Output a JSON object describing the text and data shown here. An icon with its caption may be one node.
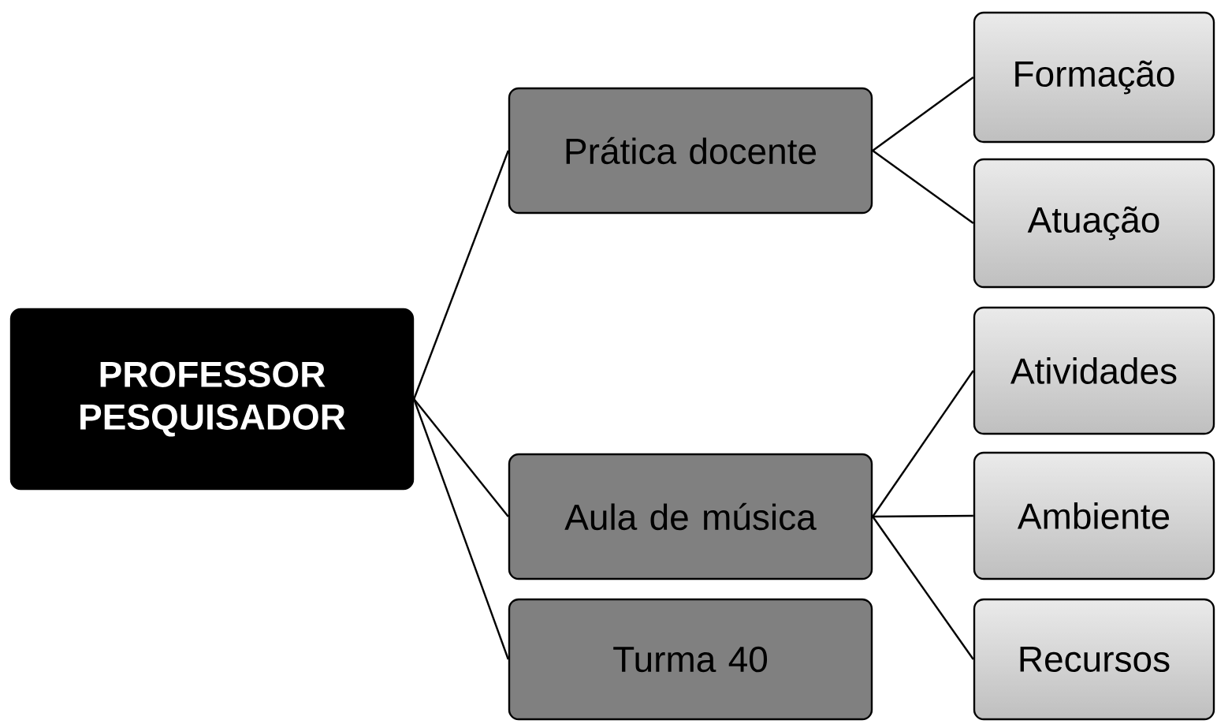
{
  "diagram": {
    "nodes": [
      {
        "text": [
          "PROFESSOR PESQUISADOR"
        ]
      },
      {
        "text": [
          "Prática docente"
        ]
      },
      {
        "text": [
          "Aula de música"
        ]
      },
      {
        "text": [
          "Turma 40"
        ]
      },
      {
        "text": [
          "Formação"
        ]
      },
      {
        "text": [
          "Atuação"
        ]
      },
      {
        "text": [
          "Atividades"
        ]
      },
      {
        "text": [
          "Ambiente"
        ]
      },
      {
        "text": [
          "Recursos"
        ]
      }
    ],
    "edges": [
      {
        "from": 0,
        "to": 1,
        "arrow": "none"
      },
      {
        "from": 0,
        "to": 2,
        "arrow": "none"
      },
      {
        "from": 0,
        "to": 3,
        "arrow": "none"
      },
      {
        "from": 1,
        "to": 4,
        "arrow": "none"
      },
      {
        "from": 1,
        "to": 5,
        "arrow": "none"
      },
      {
        "from": 2,
        "to": 6,
        "arrow": "none"
      },
      {
        "from": 2,
        "to": 7,
        "arrow": "none"
      },
      {
        "from": 2,
        "to": 8,
        "arrow": "none"
      }
    ]
  }
}
